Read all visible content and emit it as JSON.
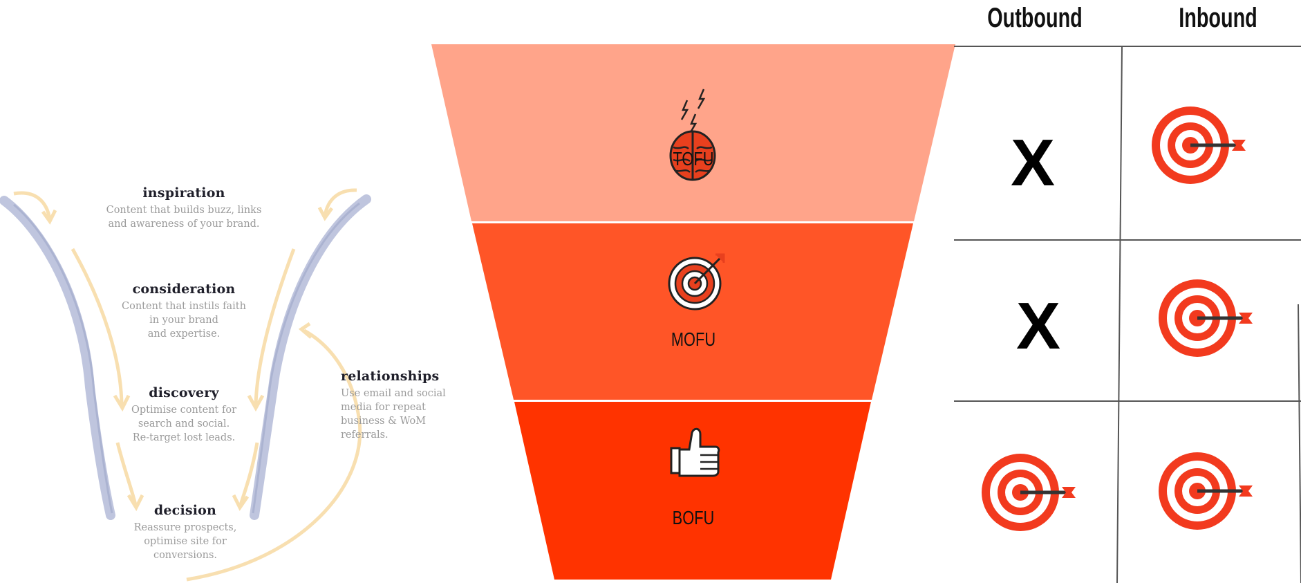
{
  "left_diagram": {
    "stages": [
      {
        "title": "inspiration",
        "description": "Content that builds buzz, links\nand awareness of your brand."
      },
      {
        "title": "consideration",
        "description": "Content that instils faith\nin your brand\nand expertise."
      },
      {
        "title": "discovery",
        "description": "Optimise content for\nsearch and social.\nRe-target lost leads."
      },
      {
        "title": "decision",
        "description": "Reassure prospects,\noptimise site for\nconversions."
      },
      {
        "title": "relationships",
        "description": "Use email and social\nmedia for repeat\nbusiness & WoM\nreferrals."
      }
    ]
  },
  "funnel": {
    "levels": [
      {
        "label": "TOFU",
        "icon": "brain-icon",
        "color": "#FFA48A"
      },
      {
        "label": "MOFU",
        "icon": "target-icon",
        "color": "#FF5527"
      },
      {
        "label": "BOFU",
        "icon": "thumbs-up-icon",
        "color": "#FF3300"
      }
    ]
  },
  "comparison": {
    "headers": [
      "Outbound",
      "Inbound"
    ],
    "rows": [
      {
        "outbound": "X",
        "inbound": "target"
      },
      {
        "outbound": "X",
        "inbound": "target"
      },
      {
        "outbound": "target",
        "inbound": "target"
      }
    ],
    "target_color": "#F23A1E"
  }
}
